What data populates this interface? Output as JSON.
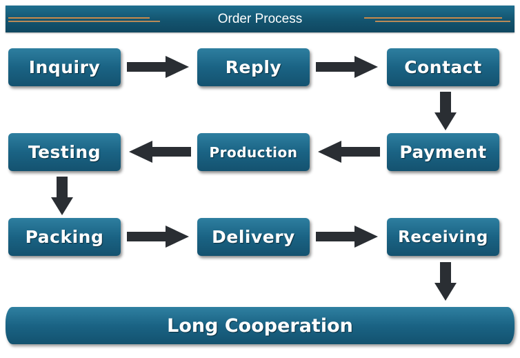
{
  "header": {
    "title": "Order Process"
  },
  "steps": {
    "inquiry": "Inquiry",
    "reply": "Reply",
    "contact": "Contact",
    "payment": "Payment",
    "production": "Production",
    "testing": "Testing",
    "packing": "Packing",
    "delivery": "Delivery",
    "receiving": "Receiving"
  },
  "final": {
    "label": "Long Cooperation"
  },
  "colors": {
    "box": "#1a6384",
    "header": "#13546f",
    "arrow": "#2a2e33",
    "accent_line": "#c98a4a",
    "text": "#ffffff"
  }
}
